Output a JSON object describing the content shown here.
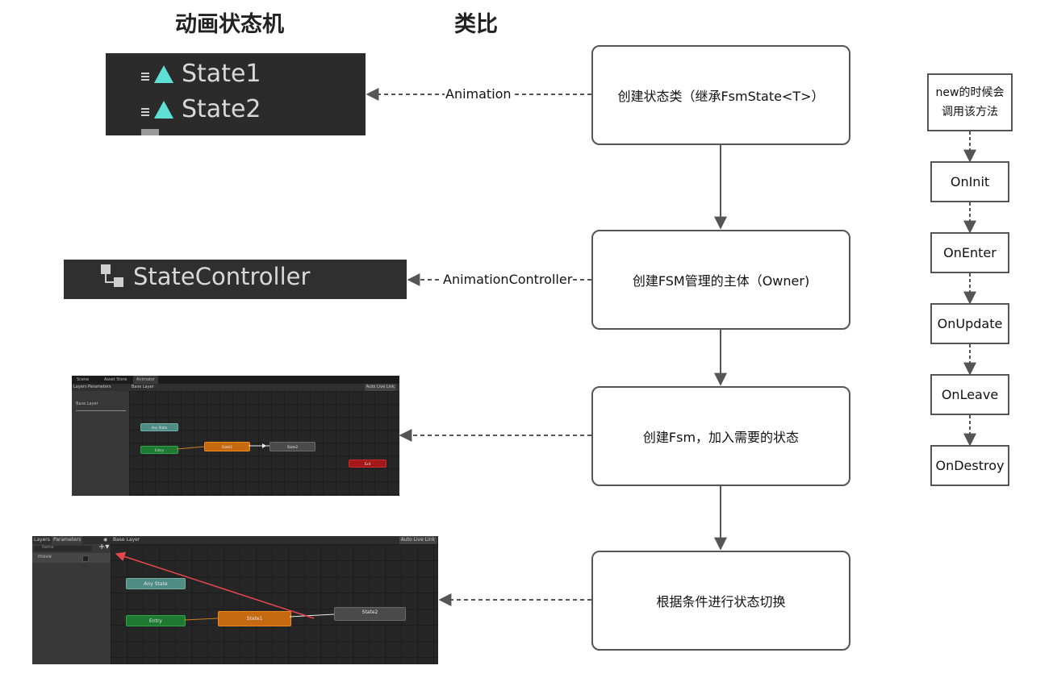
{
  "headings": {
    "left": "动画状态机",
    "right": "类比"
  },
  "flow": {
    "step1": "创建状态类（继承FsmState<T>）",
    "step2": "创建FSM管理的主体（Owner)",
    "step3": "创建Fsm，加入需要的状态",
    "step4": "根据条件进行状态切换"
  },
  "links": {
    "label1": "Animation",
    "label2": "AnimationController"
  },
  "lifecycle": {
    "header": "new的时候会调用该方法",
    "items": [
      "OnInit",
      "OnEnter",
      "OnUpdate",
      "OnLeave",
      "OnDestroy"
    ]
  },
  "shot_states": {
    "items": [
      "State1",
      "State2"
    ]
  },
  "shot_controller": {
    "label": "StateController"
  },
  "shot_animator_small": {
    "tabs": [
      "Scene",
      "Asset Store",
      "Animator"
    ],
    "sub_tabs": [
      "Layers",
      "Parameters"
    ],
    "layer_crumb": "Base Layer",
    "auto_live_link": "Auto Live Link",
    "layer_item": "Base Layer",
    "nodes": {
      "any": "Any State",
      "entry": "Entry",
      "state1": "State1",
      "state2": "State2",
      "exit": "Exit"
    }
  },
  "shot_animator_large": {
    "sub_tabs": [
      "Layers",
      "Parameters"
    ],
    "layer_crumb": "Base Layer",
    "auto_live_link": "Auto Live Link",
    "search_placeholder": "Name",
    "param": "move",
    "nodes": {
      "any": "Any State",
      "entry": "Entry",
      "state1": "State1",
      "state2": "State2"
    }
  },
  "colors": {
    "flow_border": "#555555",
    "highlight_arrow": "#e8474c",
    "any_state": "#4e8c84",
    "entry": "#1e7a33",
    "state_default": "#c56a11",
    "state": "#4a4a4a",
    "exit": "#a3191a"
  }
}
